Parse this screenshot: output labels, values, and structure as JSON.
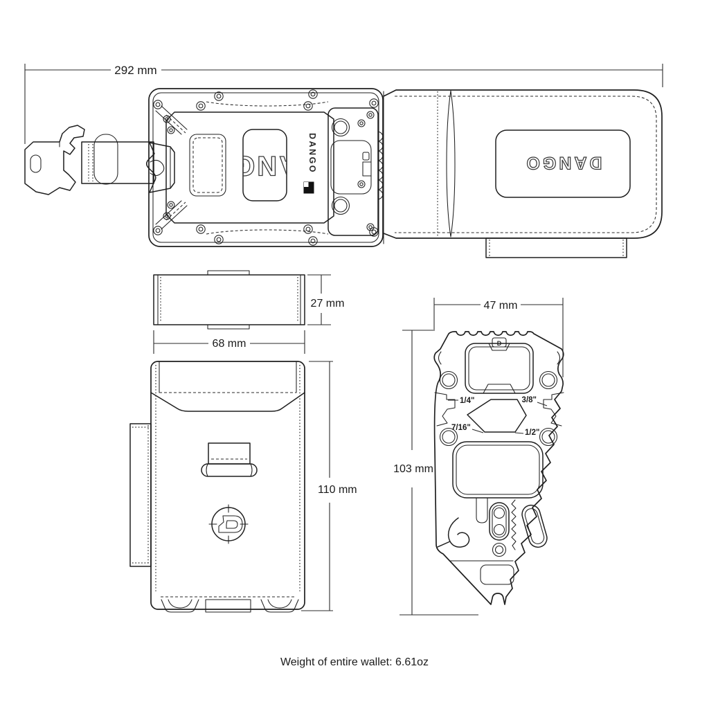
{
  "colors": {
    "background": "#ffffff",
    "line": "#1f1f1f",
    "text": "#1a1a1a"
  },
  "brand": {
    "wordmark": "DANGO",
    "monogram": "D"
  },
  "dimensions": {
    "overall_width": "292 mm",
    "folded_height": "27 mm",
    "folded_width": "68 mm",
    "front_height": "110 mm",
    "tool_width": "47 mm",
    "tool_height": "103 mm"
  },
  "hex_wrench_labels": [
    "1/4\"",
    "3/8\"",
    "7/16\"",
    "1/2\""
  ],
  "caption": "Weight of entire wallet: 6.61oz"
}
